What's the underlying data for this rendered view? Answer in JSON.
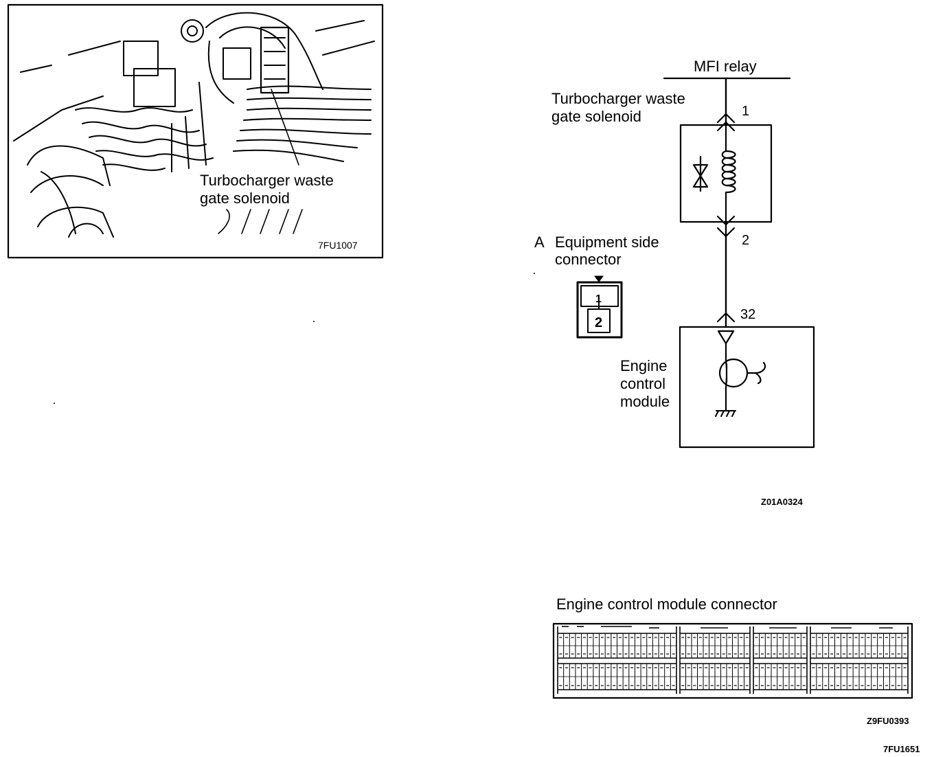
{
  "photo_panel": {
    "label_line1": "Turbocharger  waste",
    "label_line2": "gate solenoid",
    "code": "7FU1007"
  },
  "circuit": {
    "relay_label": "MFI relay",
    "solenoid_label_line1": "Turbocharger waste",
    "solenoid_label_line2": "gate solenoid",
    "pin_1": "1",
    "pin_2": "2",
    "pin_32": "32",
    "ecm_label_line1": "Engine",
    "ecm_label_line2": "control",
    "ecm_label_line3": "module",
    "code": "Z01A0324"
  },
  "equipment_connector": {
    "label_prefix": "A",
    "label_line1": "Equipment side",
    "label_line2": "connector",
    "terminal_1": "1",
    "terminal_2": "2"
  },
  "ecm_connector": {
    "title": "Engine control module connector",
    "code": "Z9FU0393"
  },
  "page_code": "7FU1651"
}
